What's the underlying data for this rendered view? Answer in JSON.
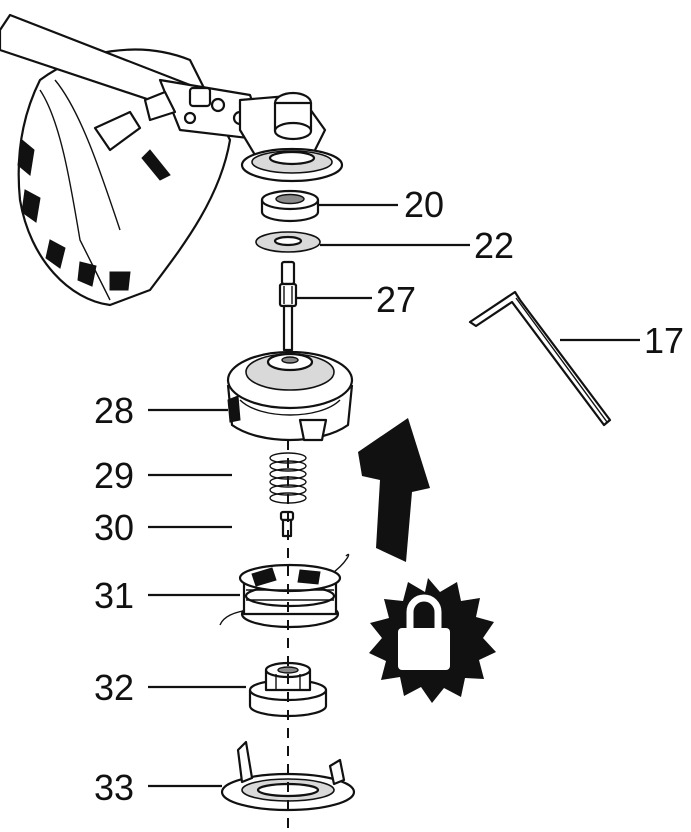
{
  "labels": {
    "p17": "17",
    "p20": "20",
    "p22": "22",
    "p27": "27",
    "p28": "28",
    "p29": "29",
    "p30": "30",
    "p31": "31",
    "p32": "32",
    "p33": "33"
  },
  "icons": {
    "lock": "lock-icon",
    "arrow": "up-arrow-icon",
    "hex_key": "hex-key-icon"
  },
  "colors": {
    "ink": "#111111",
    "background": "#ffffff"
  }
}
